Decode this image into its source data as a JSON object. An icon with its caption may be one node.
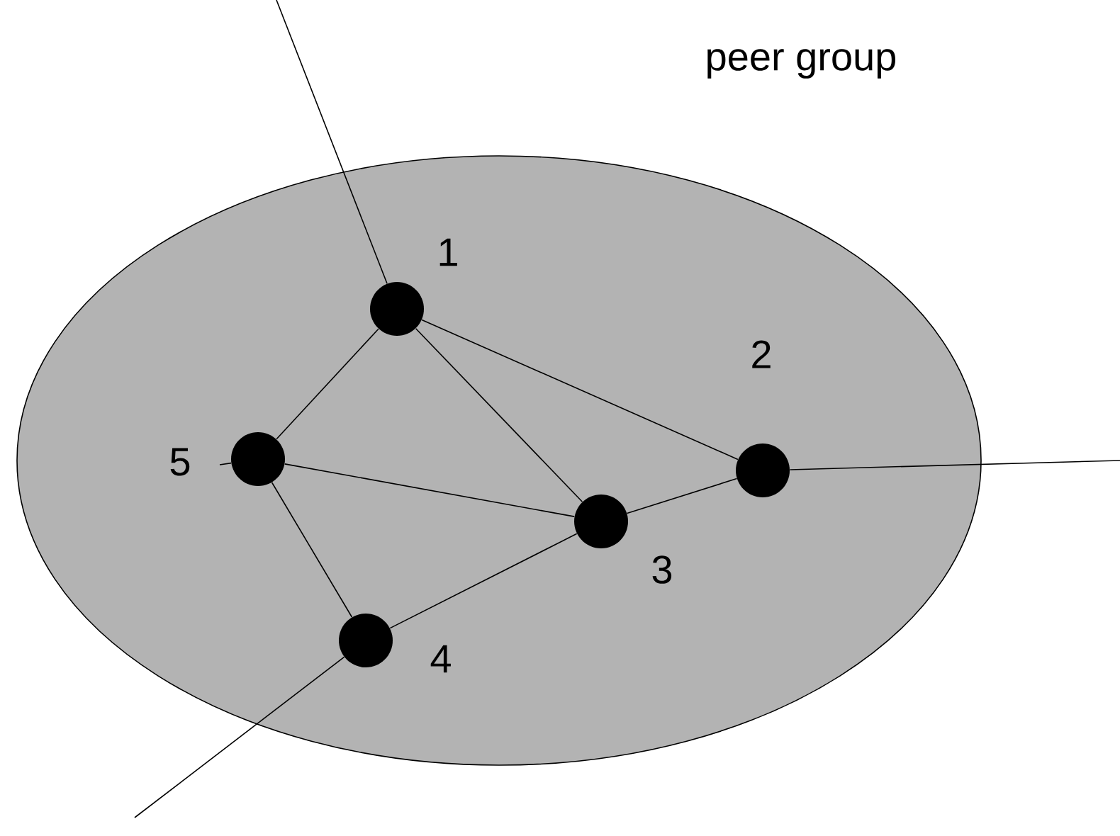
{
  "diagram": {
    "nodes": [
      {
        "text": [
          "peer group"
        ]
      },
      {
        "text": [],
        "shape": "circle",
        "beside": [
          "1"
        ],
        "in": 0
      },
      {
        "text": [],
        "shape": "circle",
        "beside": [
          "2"
        ],
        "in": 0
      },
      {
        "text": [],
        "shape": "circle",
        "beside": [
          "3"
        ],
        "in": 0
      },
      {
        "text": [],
        "shape": "circle",
        "beside": [
          "4"
        ],
        "in": 0
      },
      {
        "text": [],
        "shape": "circle",
        "beside": [
          "5"
        ],
        "in": 0
      }
    ],
    "edges": [
      {
        "from": null,
        "to": 1,
        "arrow": "none"
      },
      {
        "from": 1,
        "to": 5,
        "arrow": "none"
      },
      {
        "from": 1,
        "to": 3,
        "arrow": "none"
      },
      {
        "from": 1,
        "to": 2,
        "arrow": "none"
      },
      {
        "from": 5,
        "to": 3,
        "arrow": "none"
      },
      {
        "from": 5,
        "to": null,
        "arrow": "none"
      },
      {
        "from": 5,
        "to": 4,
        "arrow": "none"
      },
      {
        "from": 4,
        "to": 3,
        "arrow": "none"
      },
      {
        "from": 3,
        "to": 2,
        "arrow": "none"
      },
      {
        "from": 2,
        "to": null,
        "arrow": "none"
      },
      {
        "from": 4,
        "to": null,
        "arrow": "none"
      }
    ]
  }
}
